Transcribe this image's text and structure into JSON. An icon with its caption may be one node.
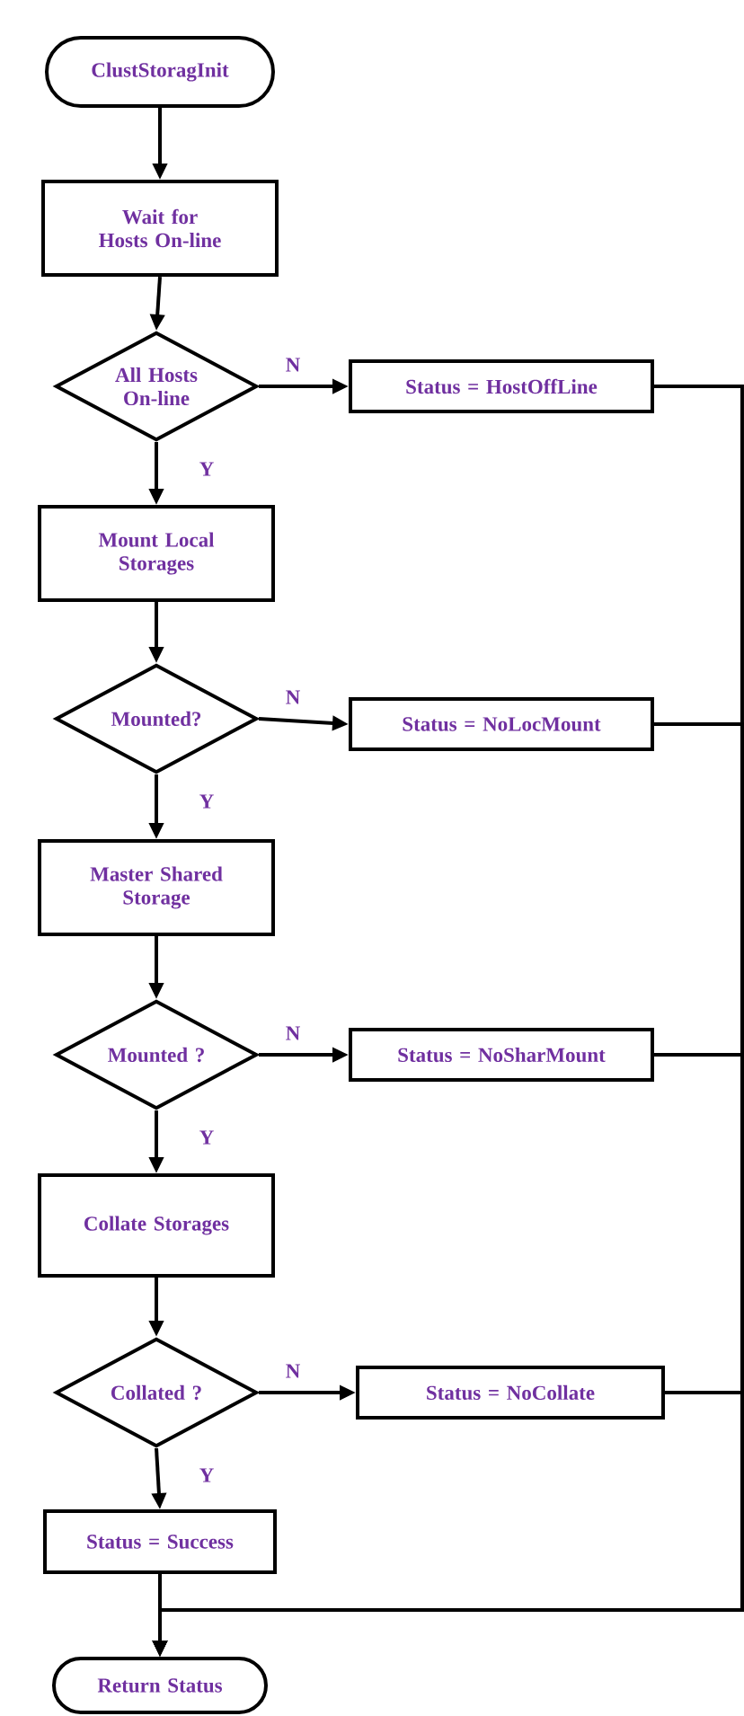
{
  "diagram": {
    "nodes": [
      {
        "text": [
          "ClustStoragInit"
        ]
      },
      {
        "text": [
          "Wait for Hosts On-line"
        ]
      },
      {
        "text": [
          "All Hosts On-line"
        ]
      },
      {
        "text": [
          "Status = HostOffLine"
        ]
      },
      {
        "text": [
          "Mount Local Storages"
        ]
      },
      {
        "text": [
          "Mounted?"
        ]
      },
      {
        "text": [
          "Status = NoLocMount"
        ]
      },
      {
        "text": [
          "Master Shared Storage"
        ]
      },
      {
        "text": [
          "Mounted ?"
        ]
      },
      {
        "text": [
          "Status = NoSharMount"
        ]
      },
      {
        "text": [
          "Collate Storages"
        ]
      },
      {
        "text": [
          "Collated ?"
        ]
      },
      {
        "text": [
          "Status = NoCollate"
        ]
      },
      {
        "text": [
          "Status = Success"
        ]
      },
      {
        "text": [
          "Return Status"
        ]
      }
    ],
    "edges": [
      {
        "from": 0,
        "to": 1,
        "arrow": "to"
      },
      {
        "from": 1,
        "to": 2,
        "arrow": "to"
      },
      {
        "from": 2,
        "to": 3,
        "arrow": "to",
        "label": "N"
      },
      {
        "from": 2,
        "to": 4,
        "arrow": "to",
        "label": "Y"
      },
      {
        "from": 4,
        "to": 5,
        "arrow": "to"
      },
      {
        "from": 5,
        "to": 6,
        "arrow": "to",
        "label": "N"
      },
      {
        "from": 5,
        "to": 7,
        "arrow": "to",
        "label": "Y"
      },
      {
        "from": 7,
        "to": 8,
        "arrow": "to"
      },
      {
        "from": 8,
        "to": 9,
        "arrow": "to",
        "label": "N"
      },
      {
        "from": 8,
        "to": 10,
        "arrow": "to",
        "label": "Y"
      },
      {
        "from": 10,
        "to": 11,
        "arrow": "to"
      },
      {
        "from": 11,
        "to": 12,
        "arrow": "to",
        "label": "N"
      },
      {
        "from": 11,
        "to": 13,
        "arrow": "to",
        "label": "Y"
      },
      {
        "from": 13,
        "to": 14,
        "arrow": "to"
      },
      {
        "from": 3,
        "to": 14,
        "arrow": "to"
      },
      {
        "from": 6,
        "to": 14,
        "arrow": "to"
      },
      {
        "from": 9,
        "to": 14,
        "arrow": "to"
      },
      {
        "from": 12,
        "to": 14,
        "arrow": "to"
      }
    ]
  }
}
